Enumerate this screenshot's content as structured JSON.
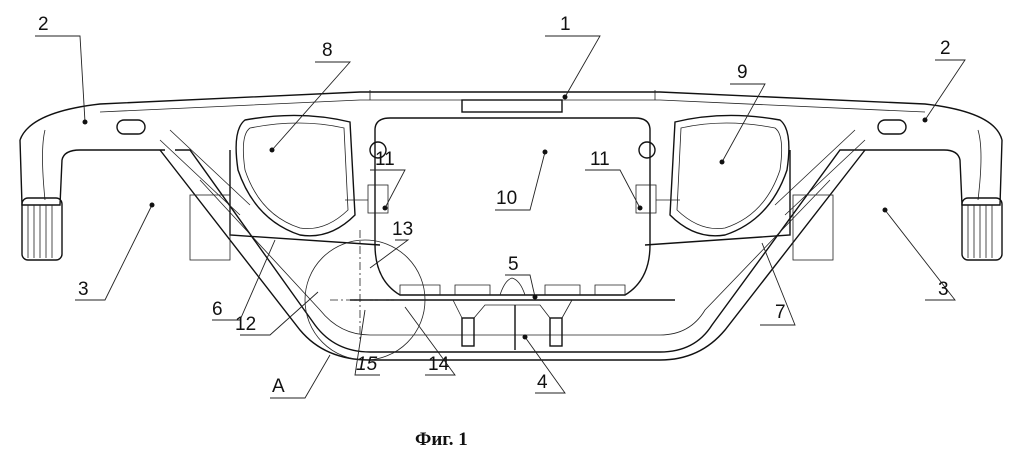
{
  "figure": {
    "caption": "Фиг. 1",
    "labels": {
      "l1": "1",
      "l2a": "2",
      "l2b": "2",
      "l3a": "3",
      "l3b": "3",
      "l4": "4",
      "l5": "5",
      "l6": "6",
      "l7": "7",
      "l8": "8",
      "l9": "9",
      "l10": "10",
      "l11a": "11",
      "l11b": "11",
      "l12": "12",
      "l13": "13",
      "l14": "14",
      "l15": "15",
      "lA": "A"
    }
  }
}
